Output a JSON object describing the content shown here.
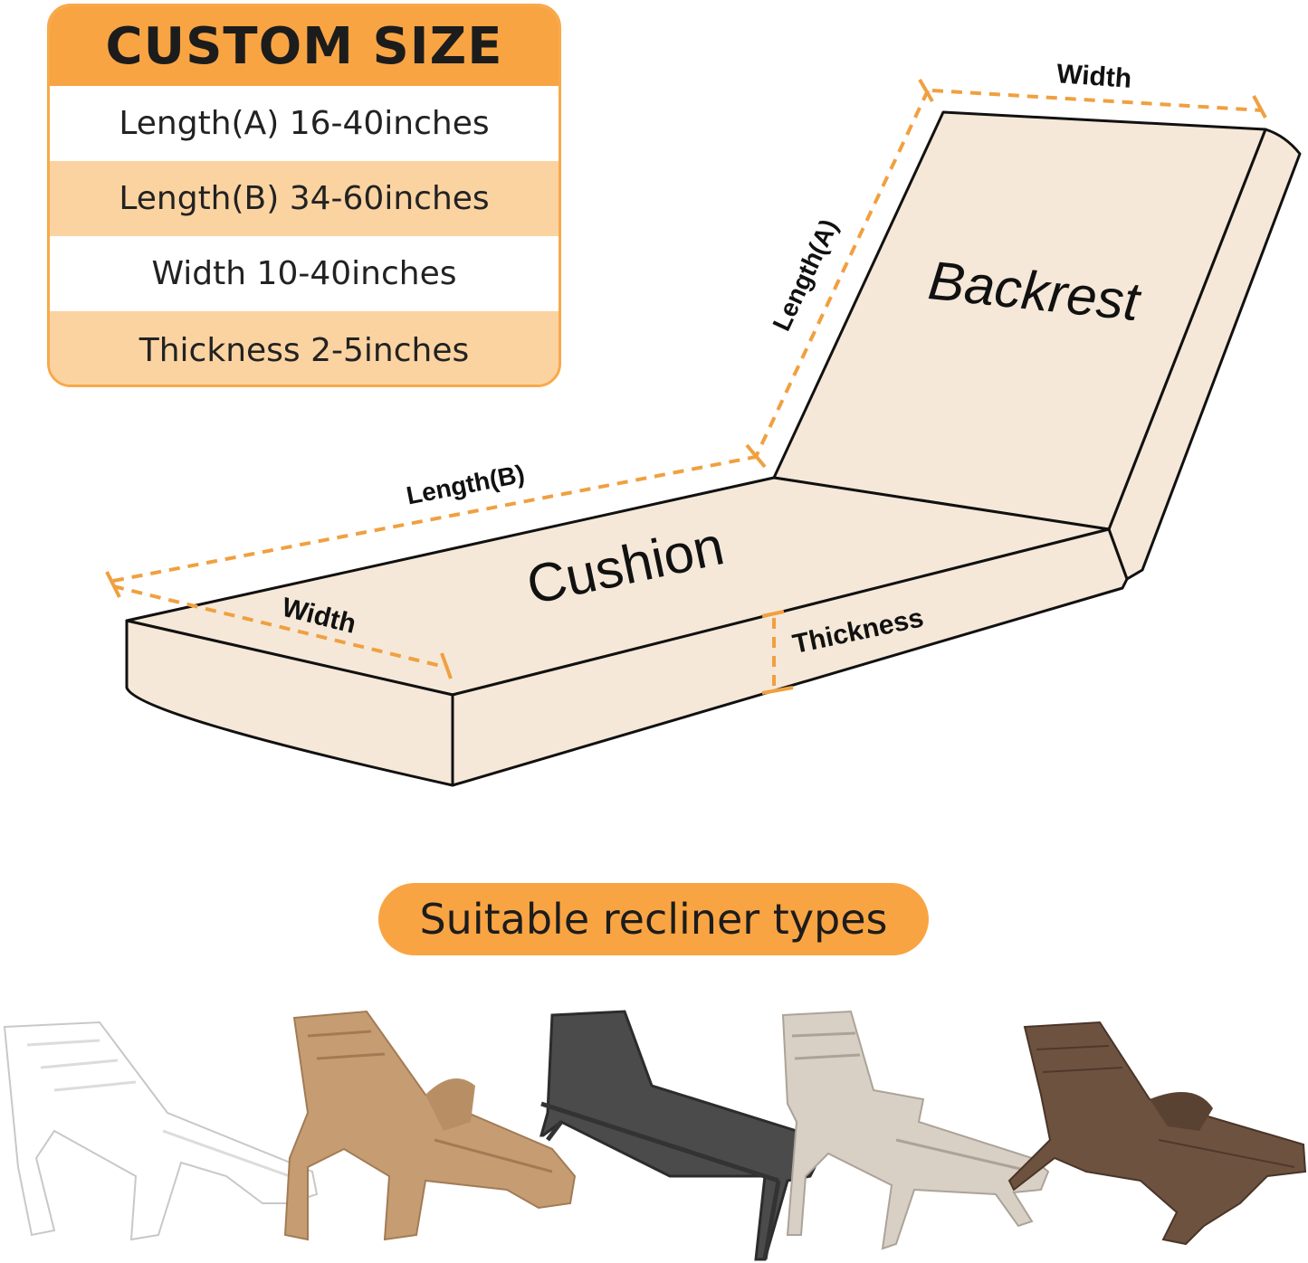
{
  "size_card": {
    "title": "CUSTOM SIZE",
    "rows": [
      "Length(A) 16-40inches",
      "Length(B) 34-60inches",
      "Width 10-40inches",
      "Thickness 2-5inches"
    ]
  },
  "diagram": {
    "backrest_label": "Backrest",
    "cushion_label": "Cushion",
    "width_top": "Width",
    "length_a": "Length(A)",
    "length_b": "Length(B)",
    "width_side": "Width",
    "thickness": "Thickness"
  },
  "types": {
    "heading": "Suitable recliner types"
  },
  "colors": {
    "accent": "#f9a443",
    "accent_light": "#fbd3a1",
    "cushion_fill": "#f5e8d8",
    "dash": "#f0a040"
  }
}
